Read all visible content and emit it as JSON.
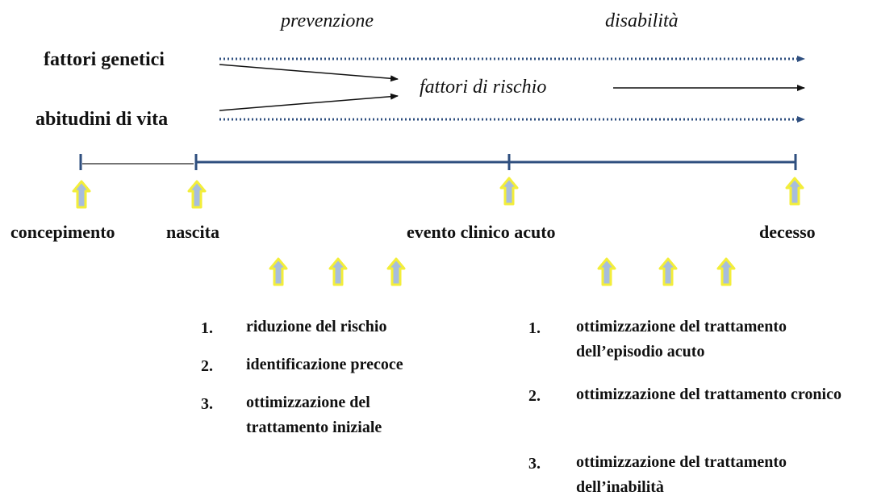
{
  "header": {
    "prevention": "prevenzione",
    "disability": "disabilità"
  },
  "factors": {
    "genetic": "fattori genetici",
    "lifestyle": "abitudini di vita",
    "risk": "fattori di rischio"
  },
  "timeline": {
    "points": [
      "concepimento",
      "nascita",
      "evento clinico acuto",
      "decesso"
    ]
  },
  "left_list": {
    "numbers": [
      "1.",
      "2.",
      "3."
    ],
    "items": [
      "riduzione del rischio",
      "identificazione precoce",
      "ottimizzazione del trattamento iniziale"
    ]
  },
  "right_list": {
    "numbers": [
      "1.",
      "2.",
      "3."
    ],
    "items": [
      "ottimizzazione del trattamento dell’episodio acuto",
      "ottimizzazione del trattamento cronico",
      "ottimizzazione del trattamento dell’inabilità"
    ]
  },
  "colors": {
    "timeline": "#2f4f7f",
    "dotted_arrow": "#2f4f7f",
    "arrow_fill": "#9fb7d9",
    "arrow_outline": "#f3ee3a"
  }
}
